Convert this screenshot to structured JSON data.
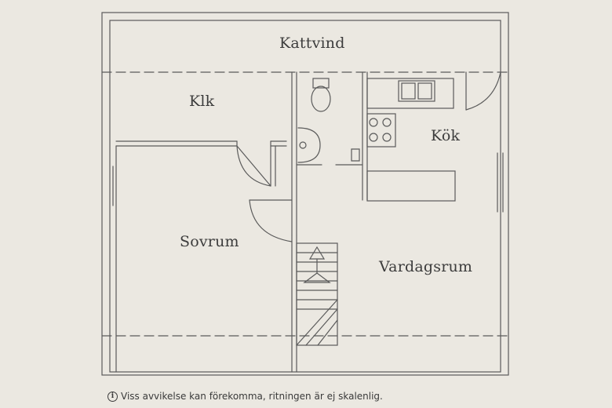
{
  "rooms": {
    "kattvind": "Kattvind",
    "klk": "Klk",
    "kok": "Kök",
    "sovrum": "Sovrum",
    "vardagsrum": "Vardagsrum"
  },
  "footer": {
    "disclaimer": "Viss avvikelse kan förekomma, ritningen är ej skalenlig.",
    "icon": "info-circle-icon"
  },
  "colors": {
    "background": "#ebe8e1",
    "line": "#5a5a5a"
  }
}
